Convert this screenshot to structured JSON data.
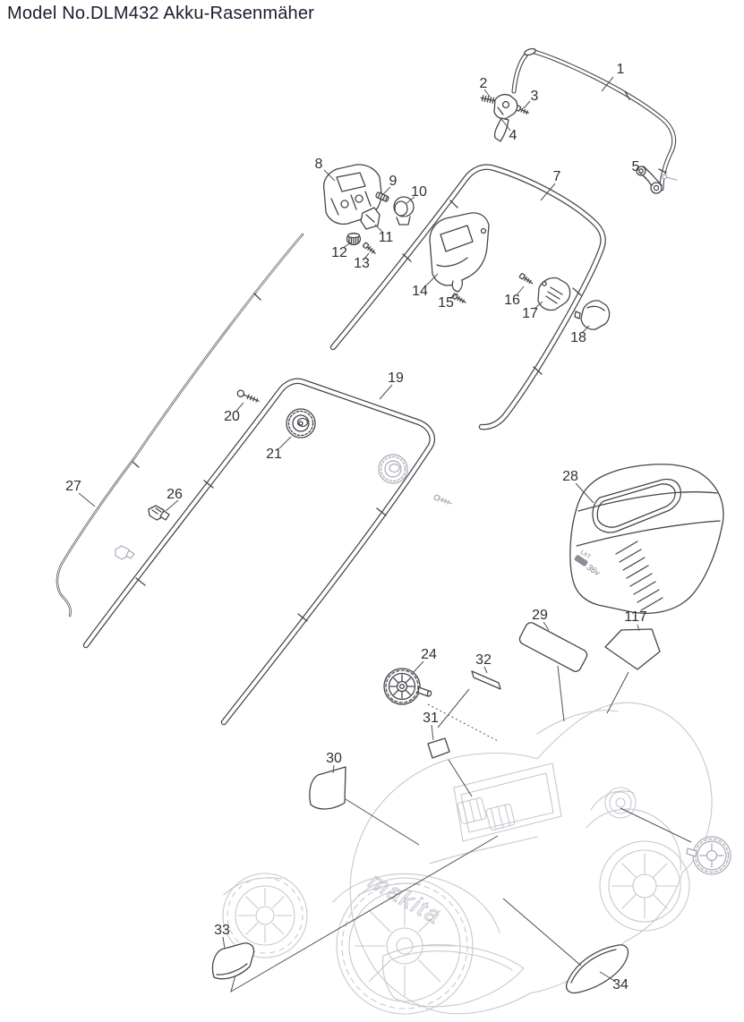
{
  "page_title": "Model No.DLM432 Akku-Rasenmäher",
  "diagram": {
    "type": "exploded-parts-diagram",
    "model": "DLM432",
    "product": "Akku-Rasenmäher",
    "device_markings": {
      "brand": "makita",
      "cover_line1": "LXT",
      "cover_line2": "36v"
    },
    "parts": {
      "p1": {
        "number": "1"
      },
      "p2": {
        "number": "2"
      },
      "p3": {
        "number": "3"
      },
      "p4": {
        "number": "4"
      },
      "p5": {
        "number": "5"
      },
      "p7": {
        "number": "7"
      },
      "p8": {
        "number": "8"
      },
      "p9": {
        "number": "9"
      },
      "p10": {
        "number": "10"
      },
      "p11": {
        "number": "11"
      },
      "p12": {
        "number": "12"
      },
      "p13": {
        "number": "13"
      },
      "p14": {
        "number": "14"
      },
      "p15": {
        "number": "15"
      },
      "p16": {
        "number": "16"
      },
      "p17": {
        "number": "17"
      },
      "p18": {
        "number": "18"
      },
      "p19": {
        "number": "19"
      },
      "p20": {
        "number": "20"
      },
      "p21": {
        "number": "21"
      },
      "p24": {
        "number": "24"
      },
      "p26": {
        "number": "26"
      },
      "p27": {
        "number": "27"
      },
      "p28": {
        "number": "28"
      },
      "p29": {
        "number": "29"
      },
      "p30": {
        "number": "30"
      },
      "p31": {
        "number": "31"
      },
      "p32": {
        "number": "32"
      },
      "p33": {
        "number": "33"
      },
      "p34": {
        "number": "34"
      },
      "p117": {
        "number": "117"
      }
    }
  }
}
